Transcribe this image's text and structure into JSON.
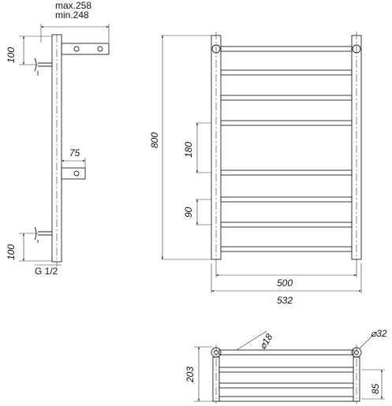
{
  "side_view": {
    "depth_max": "max.258",
    "depth_min": "min.248",
    "top_offset": "100",
    "bracket_depth": "75",
    "bottom_offset": "100",
    "thread": "G 1/2"
  },
  "front_view": {
    "height": "800",
    "rung_spacing_large": "180",
    "rung_spacing_small": "90",
    "axis_width": "500",
    "overall_width": "532"
  },
  "top_view": {
    "depth": "203",
    "rung_diameter": "⌀18",
    "upright_diameter": "⌀32",
    "rung_depth": "85"
  }
}
